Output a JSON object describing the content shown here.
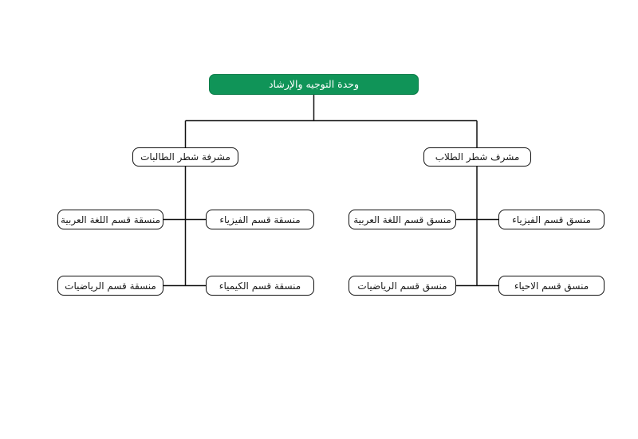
{
  "diagram": {
    "type": "org-chart",
    "root": {
      "label": "وحدة التوجيه والإرشاد"
    },
    "branches": [
      {
        "label": "مشرفة شطر الطالبات",
        "children": [
          {
            "label": "منسقة قسم اللغة العربية"
          },
          {
            "label": "منسقة قسم الفيزياء"
          },
          {
            "label": "منسقة قسم الرياضيات"
          },
          {
            "label": "منسقة قسم الكيمياء"
          }
        ]
      },
      {
        "label": "مشرف شطر الطلاب",
        "children": [
          {
            "label": "منسق قسم اللغة العربية"
          },
          {
            "label": "منسق قسم الفيزياء"
          },
          {
            "label": "منسق قسم الرياضيات"
          },
          {
            "label": "منسق قسم الاحياء"
          }
        ]
      }
    ],
    "colors": {
      "background": "#ffffff",
      "root_bg": "#109458",
      "root_text": "#ffffff",
      "node_bg": "#ffffff",
      "node_border": "#111111",
      "node_text": "#1a1a1a",
      "line": "#111111"
    }
  }
}
